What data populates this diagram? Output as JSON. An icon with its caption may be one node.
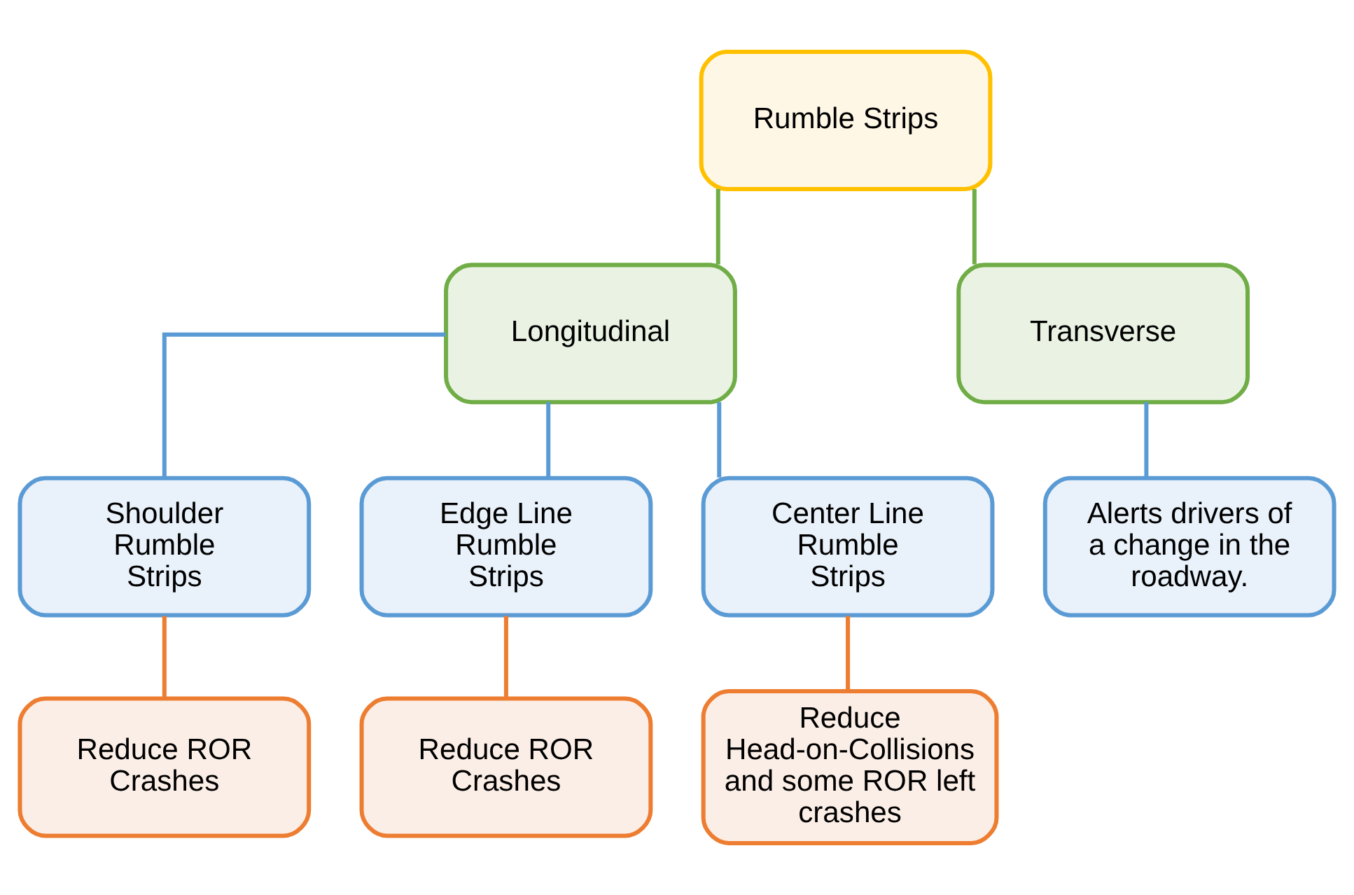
{
  "diagram": {
    "nodes": [
      {
        "text": [
          "Rumble Strips"
        ]
      },
      {
        "text": [
          "Longitudinal"
        ]
      },
      {
        "text": [
          "Transverse"
        ]
      },
      {
        "text": [
          "Shoulder Rumble Strips"
        ]
      },
      {
        "text": [
          "Edge Line Rumble Strips"
        ]
      },
      {
        "text": [
          "Center Line Rumble Strips"
        ]
      },
      {
        "text": [
          "Alerts drivers of a change in the roadway."
        ]
      },
      {
        "text": [
          "Reduce ROR Crashes"
        ]
      },
      {
        "text": [
          "Reduce ROR Crashes"
        ]
      },
      {
        "text": [
          "Reduce Head-on-Collisions and some ROR left crashes"
        ]
      }
    ],
    "edges": [
      {
        "from": 0,
        "to": 1,
        "arrow": "none",
        "color": "#70ad47"
      },
      {
        "from": 0,
        "to": 2,
        "arrow": "none",
        "color": "#70ad47"
      },
      {
        "from": 1,
        "to": 3,
        "arrow": "none"
      },
      {
        "from": 1,
        "to": 4,
        "arrow": "none"
      },
      {
        "from": 1,
        "to": 5,
        "arrow": "none"
      },
      {
        "from": 2,
        "to": 6,
        "arrow": "none"
      },
      {
        "from": 3,
        "to": 7,
        "arrow": "none",
        "color": "#ed7d31"
      },
      {
        "from": 4,
        "to": 8,
        "arrow": "none",
        "color": "#ed7d31"
      },
      {
        "from": 5,
        "to": 9,
        "arrow": "none",
        "color": "#ed7d31"
      }
    ]
  }
}
